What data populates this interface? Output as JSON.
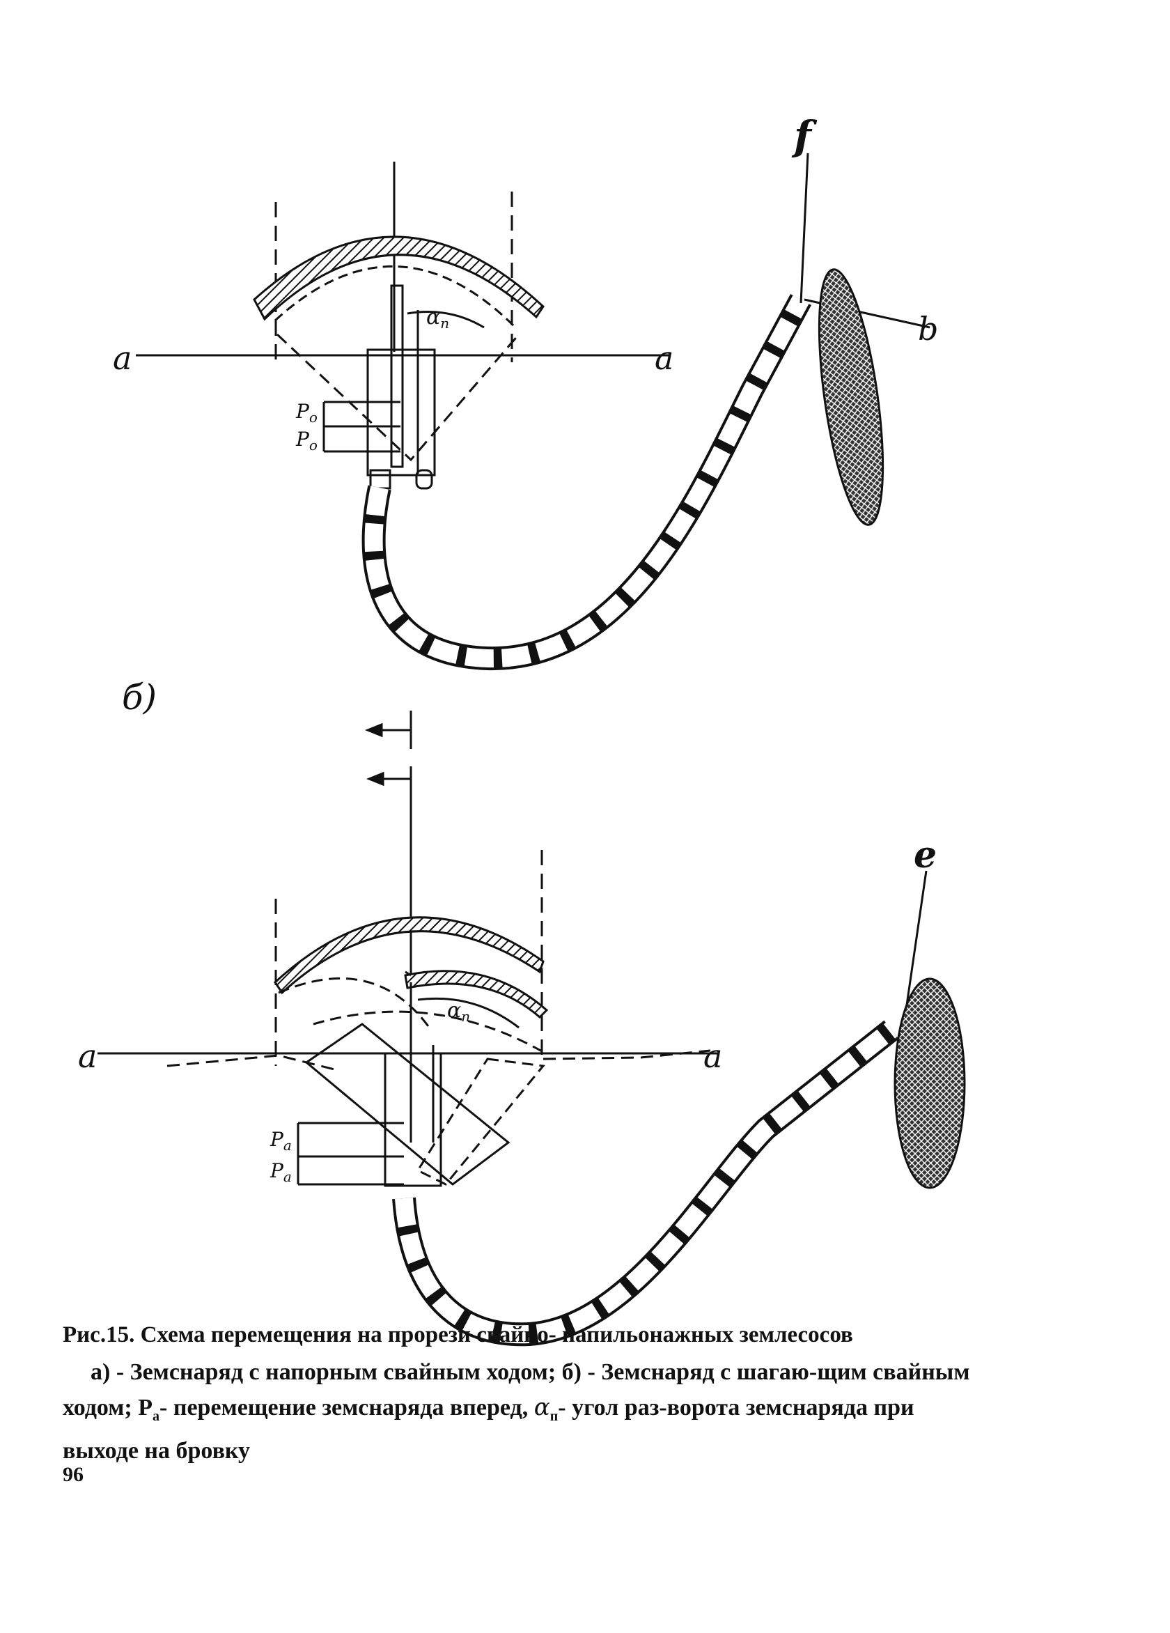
{
  "diagram_a": {
    "labels": {
      "left_axis": "a",
      "right_axis": "a",
      "anchor_axis": "b",
      "pile_axis_top": "f",
      "angle": "α",
      "angle_sub": "п",
      "step1": "P",
      "step1_sub": "o",
      "step2": "P",
      "step2_sub": "o"
    }
  },
  "diagram_b": {
    "panel_label": "б)",
    "labels": {
      "left_axis": "a",
      "right_axis": "a",
      "anchor_top": "e",
      "angle": "α",
      "angle_sub": "п",
      "step1": "P",
      "step1_sub": "a",
      "step2": "P",
      "step2_sub": "a"
    }
  },
  "caption": {
    "title": "Рис.15. Схема перемещения на прорези свайно- папильонажных землесосов",
    "line_a": "а) - Земснаряд с напорным свайным ходом; б) - Земснаряд с шагаю-щим свайным ходом; Р",
    "p_sub": "а",
    "mid": "- перемещение земснаряда вперед, ",
    "alpha": "α",
    "alpha_sub": "п",
    "tail": "- угол раз-ворота земснаряда при выходе на бровку"
  },
  "page_number": "96"
}
